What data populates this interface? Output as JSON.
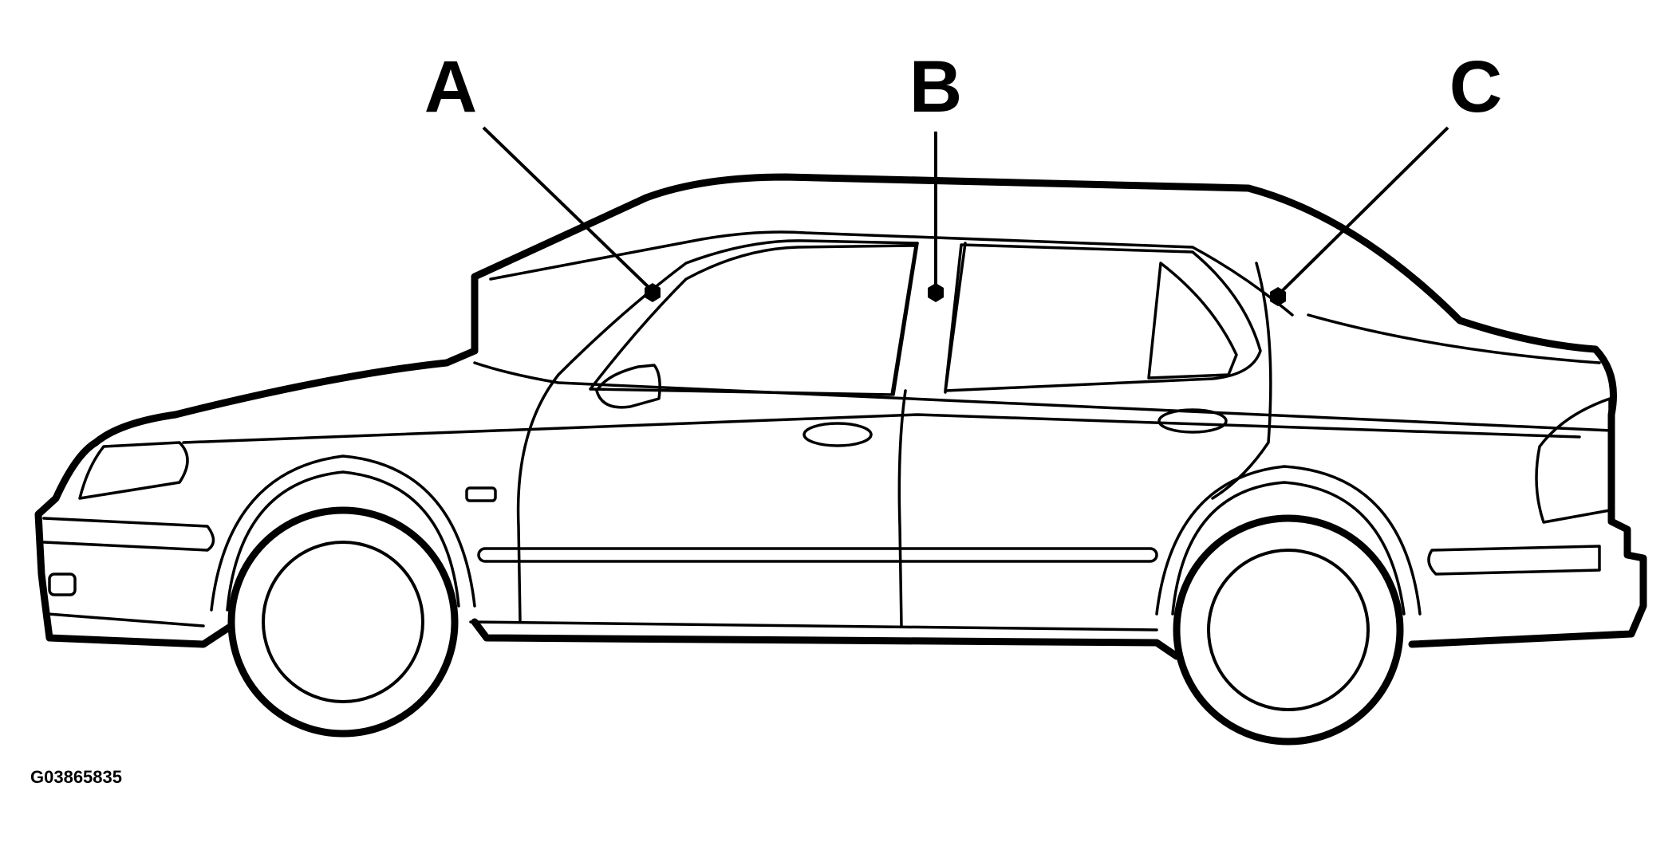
{
  "figure_id": "G03865835",
  "callouts": [
    {
      "label": "A"
    },
    {
      "label": "B"
    },
    {
      "label": "C"
    }
  ],
  "colors": {
    "line": "#000000",
    "background": "#ffffff"
  }
}
